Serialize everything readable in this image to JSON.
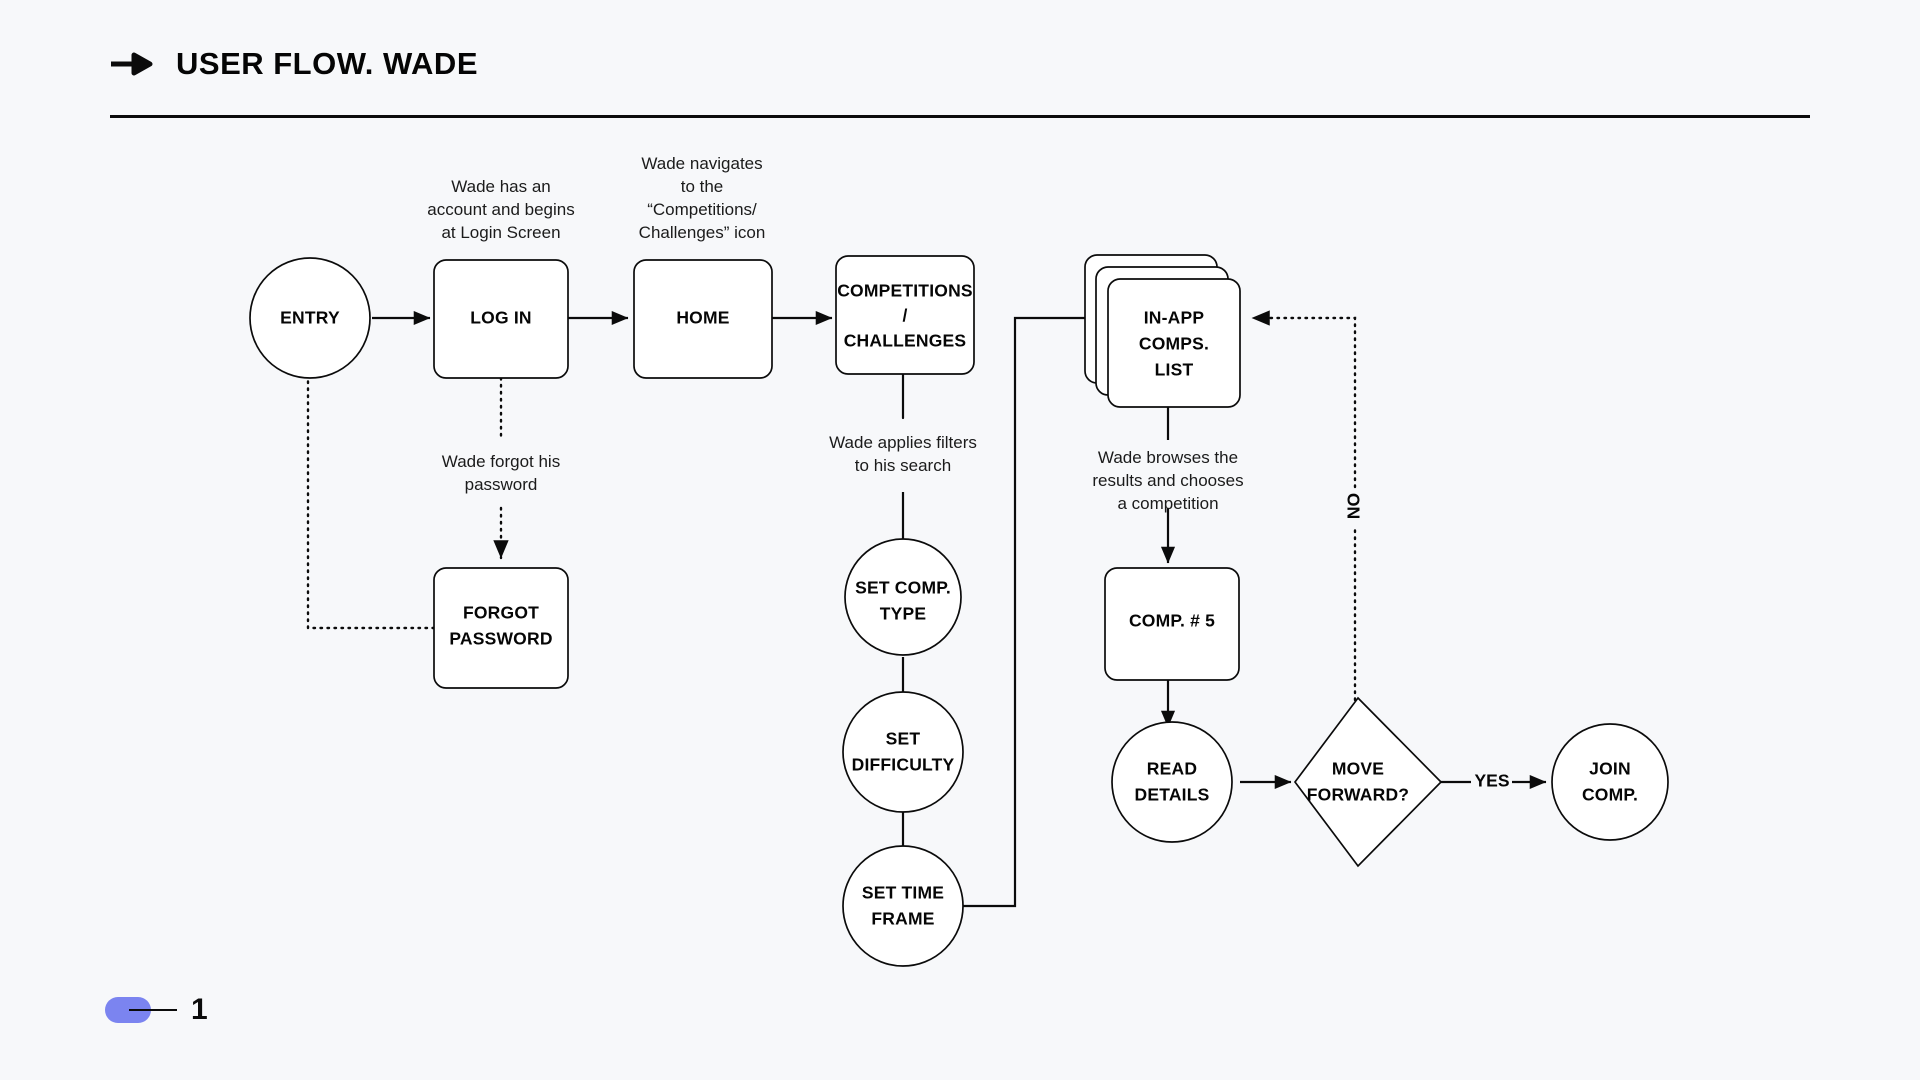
{
  "header": {
    "arrow_icon": "right-arrow-icon",
    "title": "USER FLOW. WADE"
  },
  "footer": {
    "page_number": "1",
    "pill_color": "#7b84f0"
  },
  "colors": {
    "background": "#f7f8fa",
    "stroke": "#0b0b0b",
    "node_fill": "#ffffff",
    "accent": "#7b84f0"
  },
  "nodes": {
    "entry": "ENTRY",
    "log_in": "LOG IN",
    "home": "HOME",
    "competitions_line1": "COMPETITIONS",
    "competitions_line2": "/",
    "competitions_line3": "CHALLENGES",
    "forgot_line1": "FORGOT",
    "forgot_line2": "PASSWORD",
    "set_comp_type_line1": "SET COMP.",
    "set_comp_type_line2": "TYPE",
    "set_difficulty_line1": "SET",
    "set_difficulty_line2": "DIFFICULTY",
    "set_time_frame_line1": "SET TIME",
    "set_time_frame_line2": "FRAME",
    "in_app_comps_line1": "IN-APP",
    "in_app_comps_line2": "COMPS.",
    "in_app_comps_line3": "LIST",
    "comp_number": "COMP. # 5",
    "read_details_line1": "READ",
    "read_details_line2": "DETAILS",
    "move_forward_line1": "MOVE",
    "move_forward_line2": "FORWARD?",
    "join_comp_line1": "JOIN",
    "join_comp_line2": "COMP."
  },
  "notes": {
    "login_note_l1": "Wade has an",
    "login_note_l2": "account and begins",
    "login_note_l3": "at Login Screen",
    "home_note_l1": "Wade navigates",
    "home_note_l2": "to the",
    "home_note_l3": "“Competitions/",
    "home_note_l4": "Challenges” icon",
    "forgot_note_l1": "Wade forgot his",
    "forgot_note_l2": "password",
    "filters_note_l1": "Wade applies filters",
    "filters_note_l2": "to his search",
    "browse_note_l1": "Wade browses the",
    "browse_note_l2": "results and chooses",
    "browse_note_l3": "a competition"
  },
  "edge_labels": {
    "yes": "YES",
    "no": "NO"
  }
}
